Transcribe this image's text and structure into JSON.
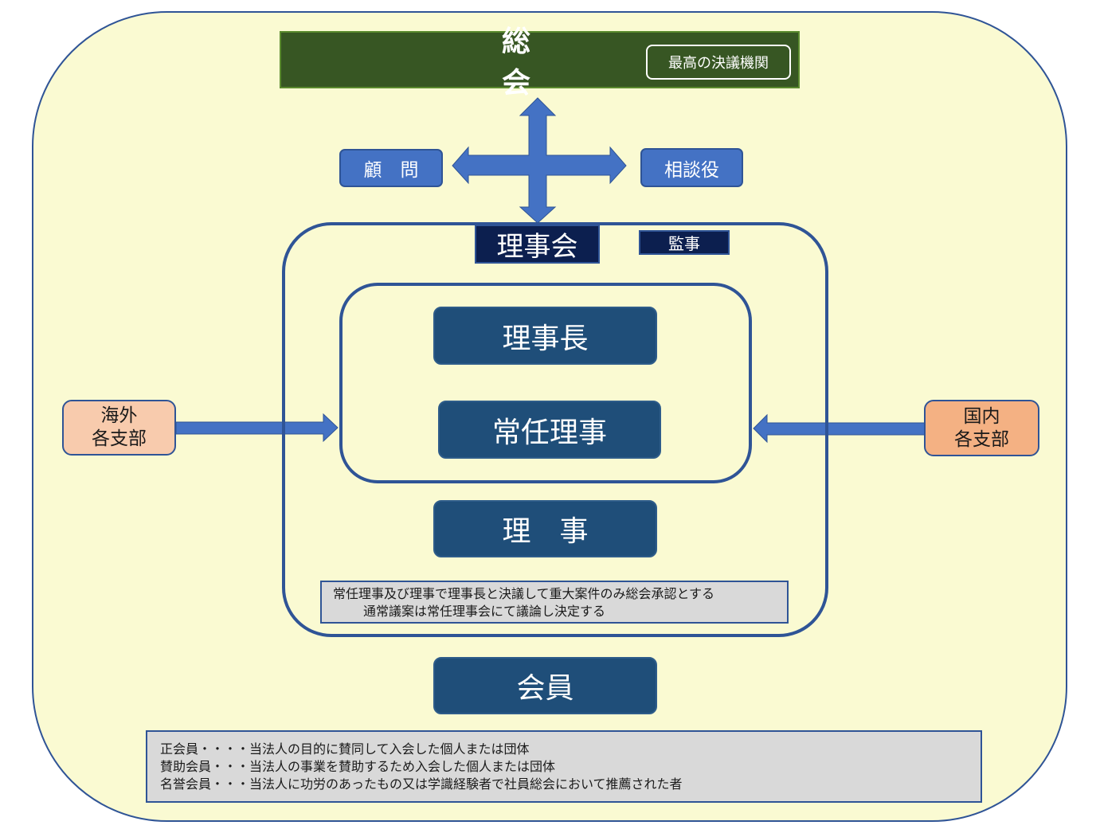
{
  "general_assembly": {
    "title": "総会",
    "note": "最高の決議機関"
  },
  "advisor": {
    "label": "顧　問"
  },
  "consultant": {
    "label": "相談役"
  },
  "board": {
    "title": "理事会",
    "auditor": "監事"
  },
  "chairman": {
    "label": "理事長"
  },
  "managing_director": {
    "label": "常任理事"
  },
  "director": {
    "label": "理　事"
  },
  "board_note": {
    "line1": "常任理事及び理事で理事長と決議して重大案件のみ総会承認とする",
    "line2": "通常議案は常任理事会にて議論し決定する"
  },
  "overseas_branches": {
    "line1": "海外",
    "line2": "各支部"
  },
  "domestic_branches": {
    "line1": "国内",
    "line2": "各支部"
  },
  "members": {
    "label": "会員"
  },
  "member_notes": {
    "line1": "正会員・・・・当法人の目的に賛同して入会した個人または団体",
    "line2": "賛助会員・・・当法人の事業を賛助するため入会した個人または団体",
    "line3": "名誉会員・・・当法人に功労のあったもの又は学識経験者で社員総会において推薦された者"
  },
  "colors": {
    "background": "#fafad2",
    "frame": "#2f5496",
    "assembly": "#375623",
    "accent_blue": "#4472c4",
    "navy": "#0c1f4f",
    "dark_blue": "#1f4e79",
    "overseas": "#f8cbad",
    "domestic": "#f4b183",
    "note_gray": "#d9d9d9"
  }
}
